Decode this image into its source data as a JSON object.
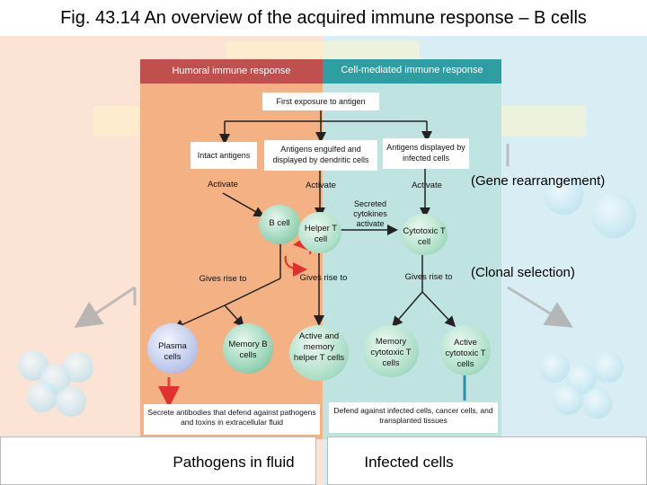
{
  "title": "Fig. 43.14 An overview of the acquired immune response – B cells",
  "headers": {
    "humoral": "Humoral immune response",
    "cell_mediated": "Cell-mediated immune response"
  },
  "first_exposure": "First exposure to antigen",
  "antigens": {
    "intact": "Intact antigens",
    "engulfed": "Antigens engulfed and displayed by dendritic cells",
    "infected": "Antigens displayed by infected cells"
  },
  "activate": [
    "Activate",
    "Activate",
    "Activate"
  ],
  "cells": {
    "b_cell": "B cell",
    "helper_t": "Helper T cell",
    "cytotoxic_t": "Cytotoxic T cell",
    "plasma": "Plasma cells",
    "memory_b": "Memory B cells",
    "active_helper": "Active and memory helper T cells",
    "memory_cytotoxic": "Memory cytotoxic T cells",
    "active_cytotoxic": "Active cytotoxic T cells"
  },
  "cytokines": "Secreted cytokines activate",
  "gives_rise": [
    "Gives rise to",
    "Gives rise to",
    "Gives rise to"
  ],
  "side_notes": {
    "gene": "(Gene rearrangement)",
    "clonal": "(Clonal selection)"
  },
  "outcomes": {
    "humoral": "Secrete antibodies that defend against pathogens and toxins in extracellular fluid",
    "cell_mediated": "Defend against infected cells, cancer cells, and transplanted tissues"
  },
  "bottom": {
    "fluid": "Pathogens in fluid",
    "infected": "Infected cells"
  },
  "colors": {
    "humoral_header": "#c0504d",
    "cell_mediated_header": "#2e9ea3",
    "humoral_panel": "#f4b183",
    "cell_mediated_panel": "#bfe3e0",
    "feedback_arrow": "#e03030"
  }
}
